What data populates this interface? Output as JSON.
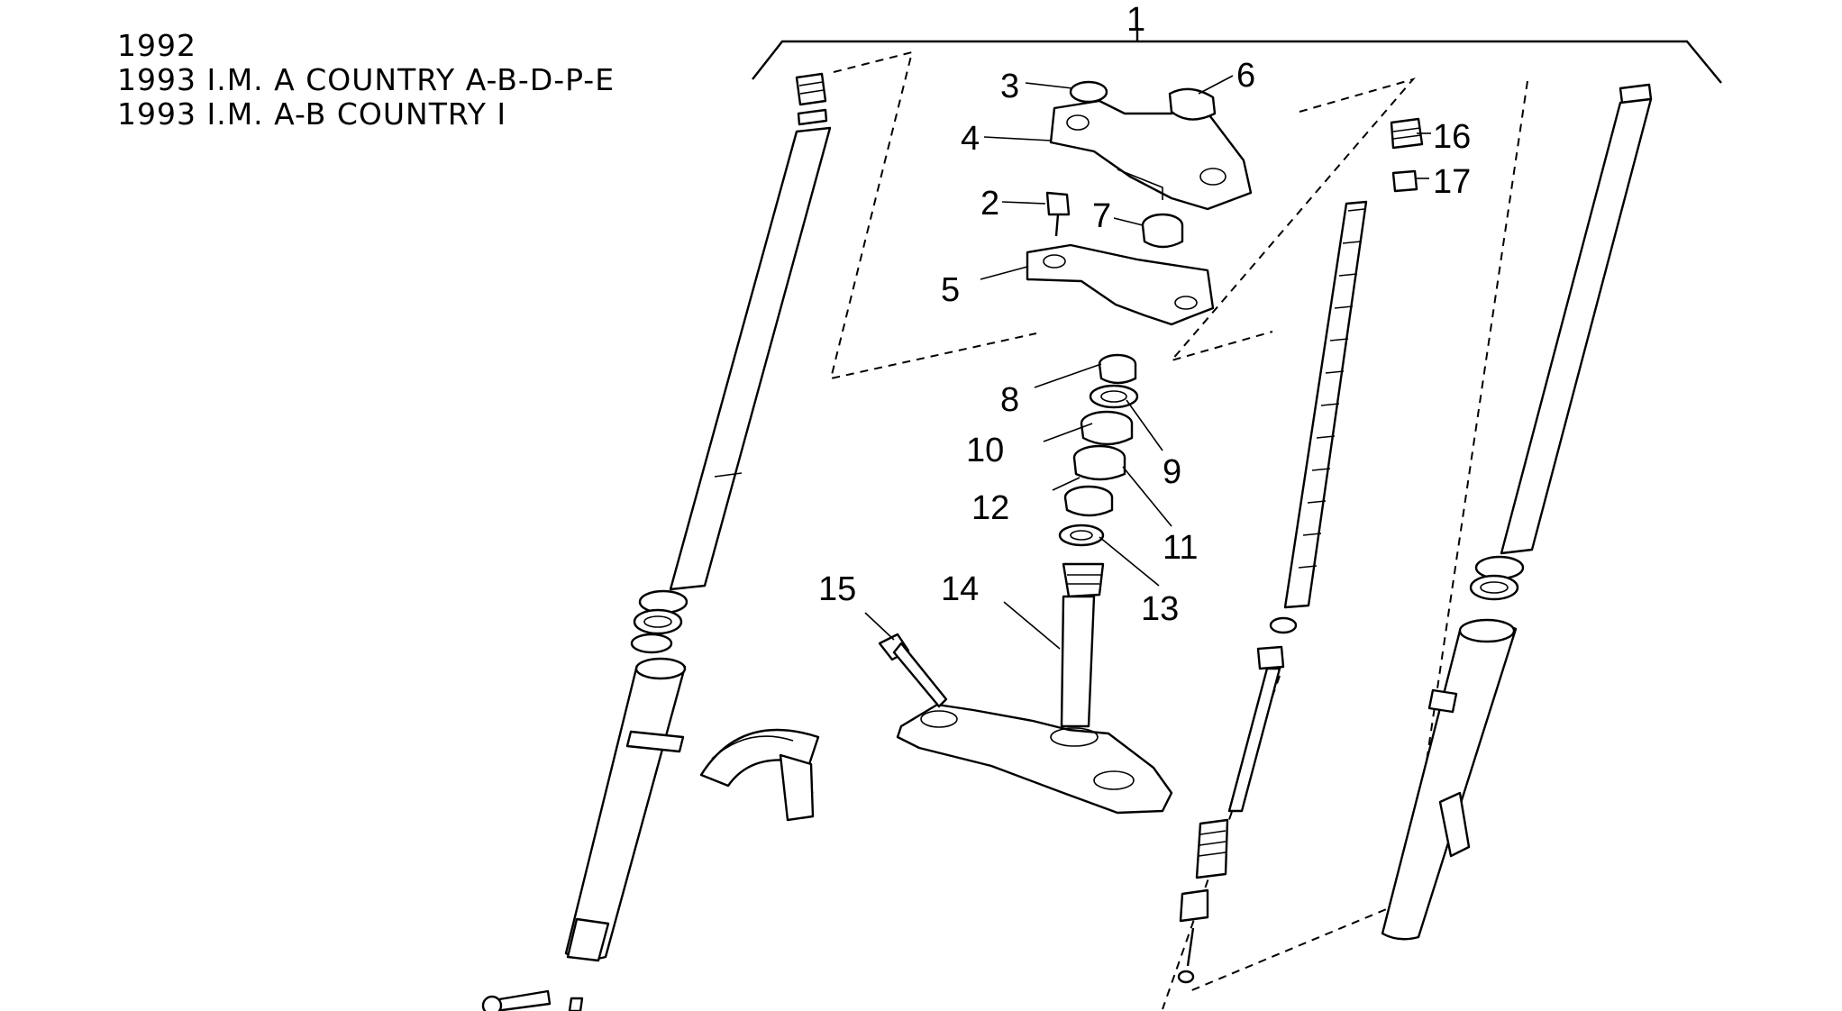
{
  "header": {
    "line1": "1992",
    "line2": "1993 I.M. A COUNTRY A-B-D-P-E",
    "line3": "1993 I.M. A-B COUNTRY I"
  },
  "callouts": {
    "c1": "1",
    "c2": "2",
    "c3": "3",
    "c4": "4",
    "c5": "5",
    "c6": "6",
    "c7": "7",
    "c8": "8",
    "c9": "9",
    "c10": "10",
    "c11": "11",
    "c12": "12",
    "c13": "13",
    "c14": "14",
    "c15": "15",
    "c16": "16",
    "c17": "17"
  }
}
